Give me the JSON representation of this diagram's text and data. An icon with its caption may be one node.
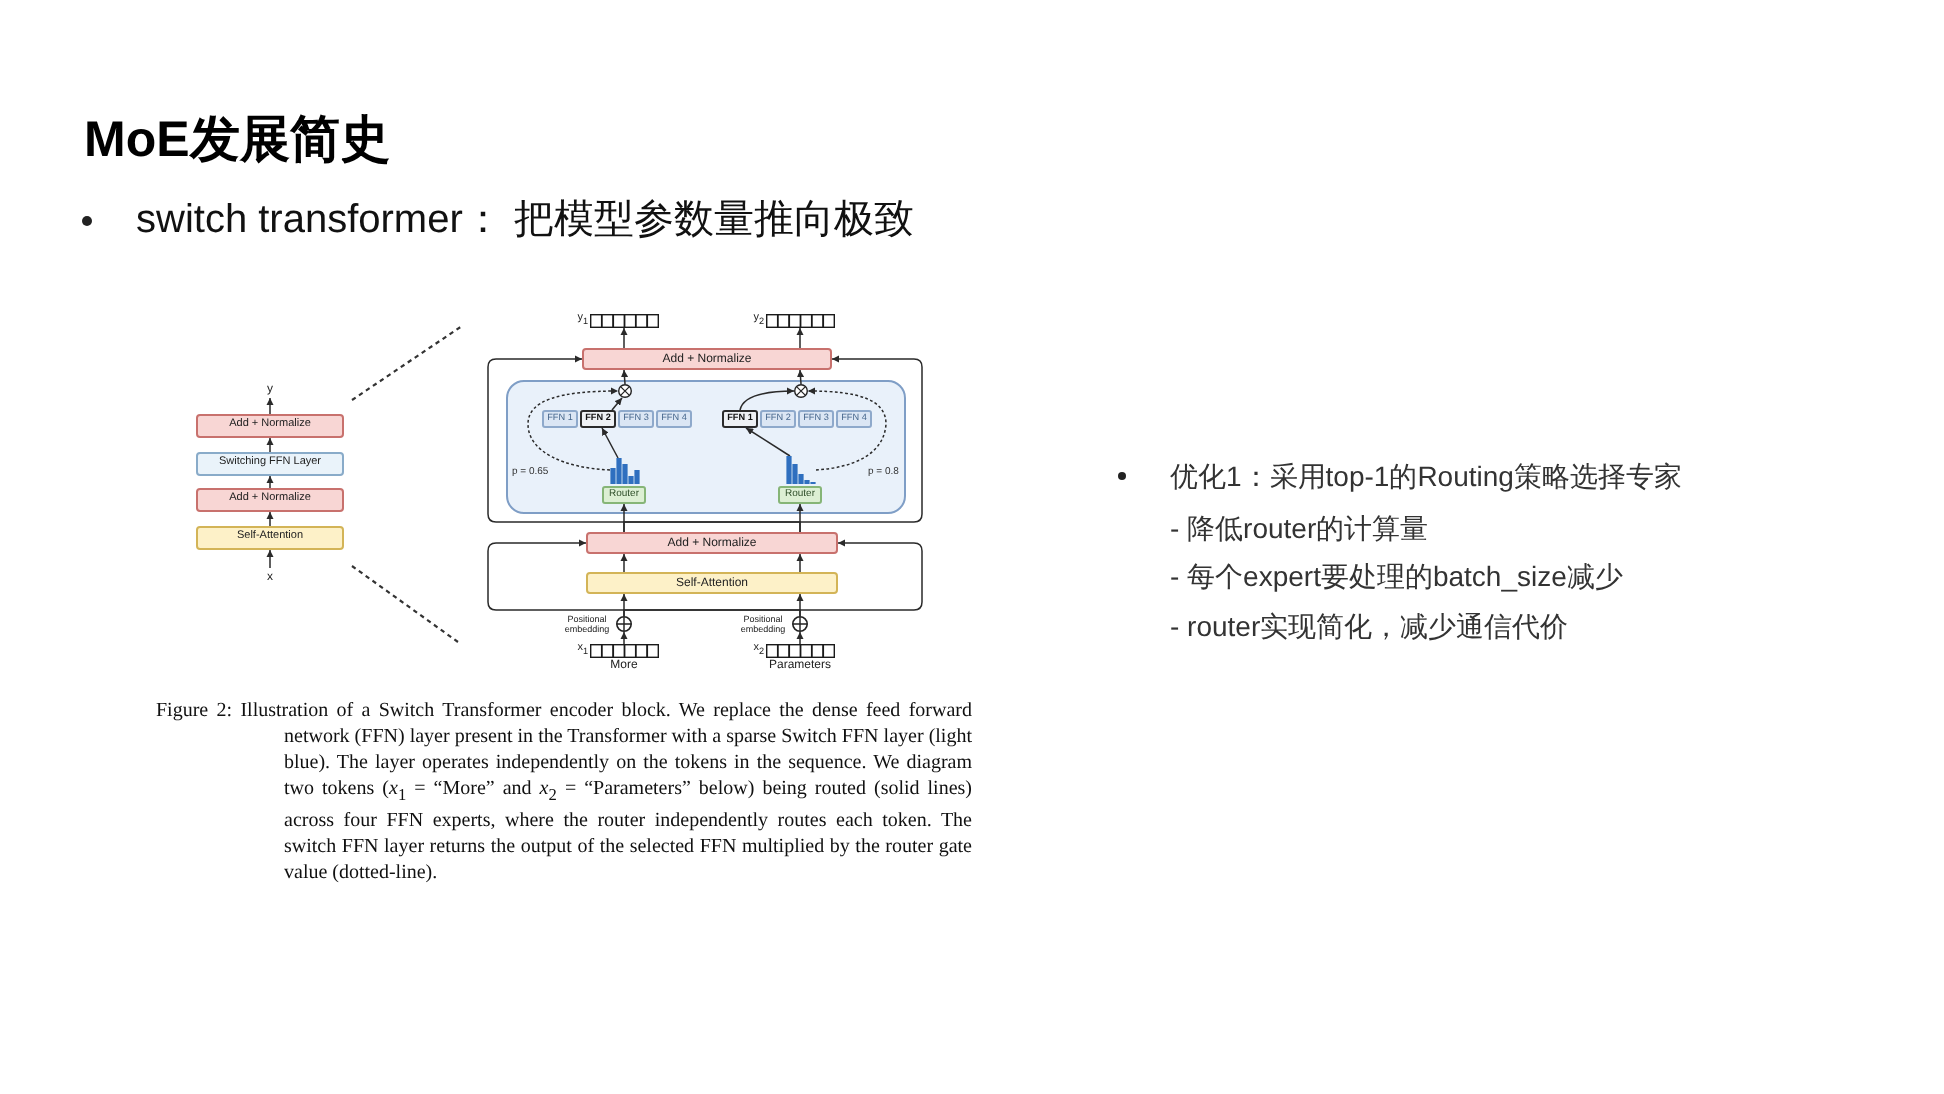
{
  "diagram": {
    "title": "MoE发展简史",
    "nodes": [
      {
        "text": [
          "y"
        ]
      },
      {
        "text": [
          "Add + Normalize"
        ]
      },
      {
        "text": [
          "Switching FFN Layer"
        ]
      },
      {
        "text": [
          "Add + Normalize"
        ]
      },
      {
        "text": [
          "Self-Attention"
        ]
      },
      {
        "text": [
          "x"
        ]
      },
      {
        "text": [],
        "shape": "bar",
        "beside": [
          "y$_{1}$"
        ]
      },
      {
        "text": [],
        "shape": "bar",
        "beside": [
          "y$_{2}$"
        ]
      },
      {
        "text": [
          "Add + Normalize"
        ]
      },
      {
        "text": [],
        "shape": "box"
      },
      {
        "text": [],
        "shape": "circle",
        "in": 9
      },
      {
        "text": [],
        "shape": "circle",
        "in": 9
      },
      {
        "text": [
          "FFN 1"
        ],
        "in": 9
      },
      {
        "text": [
          "FFN 2"
        ],
        "in": 9
      },
      {
        "text": [
          "FFN 3"
        ],
        "in": 9
      },
      {
        "text": [
          "FFN 4"
        ],
        "in": 9
      },
      {
        "text": [
          "FFN 1"
        ],
        "in": 9
      },
      {
        "text": [
          "FFN 2"
        ],
        "in": 9
      },
      {
        "text": [
          "FFN 3"
        ],
        "in": 9
      },
      {
        "text": [
          "FFN 4"
        ],
        "in": 9
      },
      {
        "text": [],
        "shape": "picture",
        "in": 9
      },
      {
        "text": [],
        "shape": "picture",
        "in": 9
      },
      {
        "text": [
          "Router"
        ],
        "in": 9
      },
      {
        "text": [
          "Router"
        ],
        "in": 9
      },
      {
        "text": [
          "Add + Normalize"
        ]
      },
      {
        "text": [
          "Self-Attention"
        ]
      },
      {
        "text": [],
        "shape": "circle",
        "beside": [
          "Positional embedding"
        ]
      },
      {
        "text": [],
        "shape": "circle",
        "beside": [
          "Positional embedding"
        ]
      },
      {
        "text": [],
        "shape": "bar",
        "beside": [
          "x$_{1}$",
          "More"
        ]
      },
      {
        "text": [],
        "shape": "bar",
        "beside": [
          "x$_{2}$",
          "Parameters"
        ]
      }
    ],
    "edges": [
      {
        "from": 5,
        "to": 4,
        "arrow": "to"
      },
      {
        "from": 4,
        "to": 3,
        "arrow": "to"
      },
      {
        "from": 3,
        "to": 2,
        "arrow": "to"
      },
      {
        "from": 2,
        "to": 1,
        "arrow": "to"
      },
      {
        "from": 1,
        "to": 0,
        "arrow": "to"
      },
      {
        "from": 8,
        "to": 6,
        "arrow": "to"
      },
      {
        "from": 8,
        "to": 7,
        "arrow": "to"
      },
      {
        "from": 10,
        "to": 8,
        "arrow": "to"
      },
      {
        "from": 11,
        "to": 8,
        "arrow": "to"
      },
      {
        "from": 13,
        "to": 10,
        "arrow": "to"
      },
      {
        "from": 16,
        "to": 11,
        "arrow": "to"
      },
      {
        "from": 20,
        "to": 13,
        "arrow": "to"
      },
      {
        "from": 21,
        "to": 16,
        "arrow": "to"
      },
      {
        "from": 20,
        "to": 10,
        "arrow": "to",
        "label": "p = 0.65",
        "style": "dashed"
      },
      {
        "from": 21,
        "to": 11,
        "arrow": "to",
        "label": "p = 0.8",
        "style": "dashed"
      },
      {
        "from": 24,
        "to": 22,
        "arrow": "to"
      },
      {
        "from": 24,
        "to": 23,
        "arrow": "to"
      },
      {
        "from": 25,
        "to": 24,
        "arrow": "to"
      },
      {
        "from": 25,
        "to": 24,
        "arrow": "to"
      },
      {
        "from": 26,
        "to": 25,
        "arrow": "to"
      },
      {
        "from": 27,
        "to": 25,
        "arrow": "to"
      },
      {
        "from": 28,
        "to": 26,
        "arrow": "to"
      },
      {
        "from": 29,
        "to": 27,
        "arrow": "to"
      },
      {
        "from": 24,
        "to": 8,
        "arrow": "to"
      },
      {
        "from": 24,
        "to": 8,
        "arrow": "to"
      },
      {
        "from": 27,
        "to": 24,
        "arrow": "to"
      },
      {
        "from": 26,
        "to": 24,
        "arrow": "to"
      }
    ],
    "labels": [
      "switch transformer： 把模型参数量推向极致",
      "优化1：采用top-1的Routing策略选择专家",
      "- 降低router的计算量",
      "- 每个expert要处理的batch_size减少",
      "- router实现简化，减少通信代价"
    ],
    "caption": "Figure 2: Illustration of a Switch Transformer encoder block. We replace the dense feed forward network (FFN) layer present in the Transformer with a sparse Switch FFN layer (light blue). The layer operates independently on the tokens in the sequence. We diagram two tokens (*x*$_{1}$ = “More” and *x*$_{2}$ = “Parameters” below) being routed (solid lines) across four FFN experts, where the router independently routes each token. The switch FFN layer returns the output of the selected FFN multiplied by the router gate value (dotted-line)."
  }
}
